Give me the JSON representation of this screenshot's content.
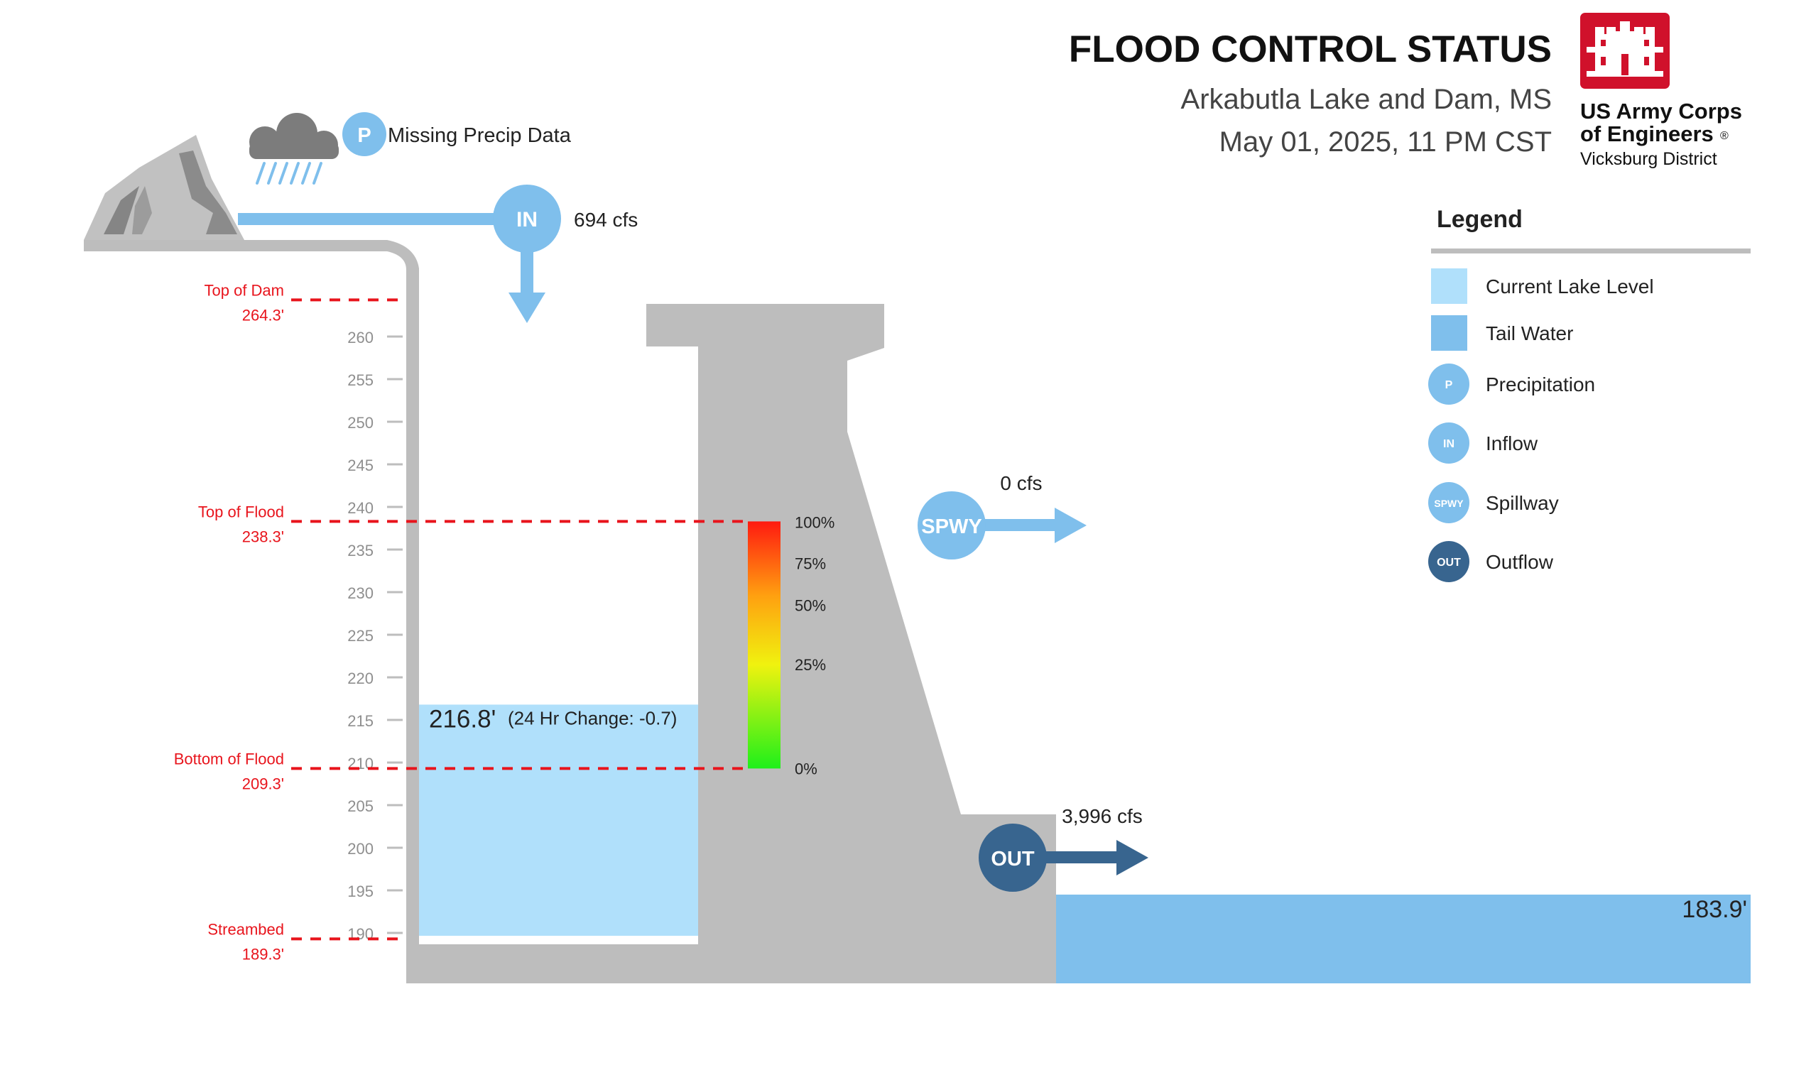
{
  "header": {
    "title": "FLOOD CONTROL STATUS",
    "location": "Arkabutla Lake and Dam, MS",
    "datetime": "May 01, 2025, 11 PM CST"
  },
  "logo": {
    "line1": "US Army Corps",
    "line2": "of Engineers",
    "registered": "®",
    "district": "Vicksburg District",
    "color": "#d0112b"
  },
  "precip": {
    "badge": "P",
    "text": "Missing Precip Data"
  },
  "inflow": {
    "badge": "IN",
    "value": "694 cfs"
  },
  "spillway": {
    "badge": "SPWY",
    "value": "0 cfs"
  },
  "outflow": {
    "badge": "OUT",
    "value": "3,996 cfs"
  },
  "lake": {
    "elevation": 216.8,
    "level_label": "216.8'",
    "change_label": "(24 Hr Change: -0.7)"
  },
  "tailwater": {
    "elevation": 183.9,
    "level_label": "183.9'"
  },
  "reference_levels": [
    {
      "key": "top_of_dam",
      "name": "Top of Dam",
      "value_label": "264.3'",
      "elevation": 264.3
    },
    {
      "key": "top_of_flood",
      "name": "Top of Flood",
      "value_label": "238.3'",
      "elevation": 238.3
    },
    {
      "key": "bottom_of_flood",
      "name": "Bottom of Flood",
      "value_label": "209.3'",
      "elevation": 209.3
    },
    {
      "key": "streambed",
      "name": "Streambed",
      "value_label": "189.3'",
      "elevation": 189.3
    }
  ],
  "scale": {
    "ticks": [
      260,
      255,
      250,
      245,
      240,
      235,
      230,
      225,
      220,
      215,
      210,
      205,
      200,
      195,
      190
    ]
  },
  "flood_storage": {
    "ticks": [
      {
        "label": "100%",
        "fraction": 1.0
      },
      {
        "label": "75%",
        "fraction": 0.83
      },
      {
        "label": "50%",
        "fraction": 0.66
      },
      {
        "label": "25%",
        "fraction": 0.42
      },
      {
        "label": "0%",
        "fraction": 0.0
      }
    ]
  },
  "legend": {
    "title": "Legend",
    "items": [
      {
        "label": "Current Lake Level",
        "kind": "square",
        "color": "#b0e0fb"
      },
      {
        "label": "Tail Water",
        "kind": "square",
        "color": "#7fbfec"
      },
      {
        "label": "Precipitation",
        "kind": "circle",
        "color": "#7fbfec",
        "badge": "P"
      },
      {
        "label": "Inflow",
        "kind": "circle",
        "color": "#7fbfec",
        "badge": "IN"
      },
      {
        "label": "Spillway",
        "kind": "circle",
        "color": "#7fbfec",
        "badge": "SPWY"
      },
      {
        "label": "Outflow",
        "kind": "circle",
        "color": "#38658f",
        "badge": "OUT"
      }
    ]
  },
  "colors": {
    "structure": "#bdbdbd",
    "lake": "#b0e0fb",
    "tailwater": "#7fbfec",
    "flow_light": "#7fbfec",
    "flow_dark": "#38658f",
    "reference_line": "#e8141c",
    "tick_text": "#8f8f8f"
  }
}
